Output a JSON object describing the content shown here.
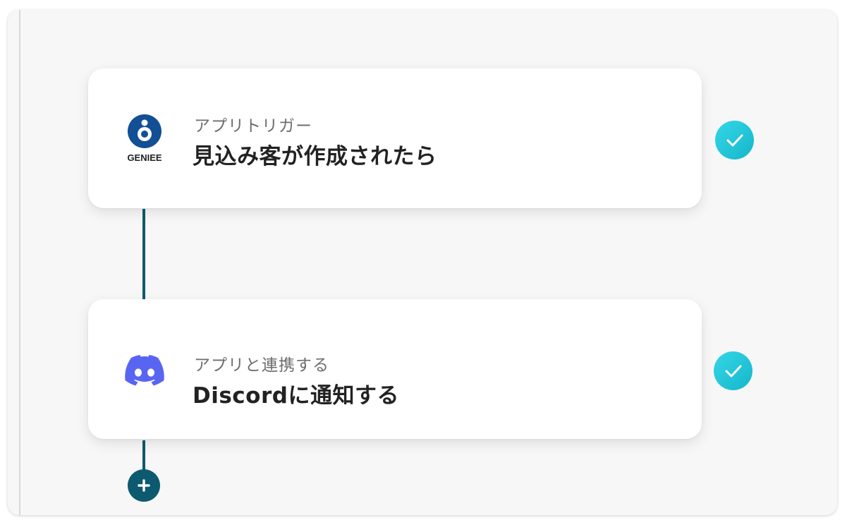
{
  "flow": {
    "steps": [
      {
        "app": "GENIEE",
        "app_icon": "geniee-logo",
        "subtitle": "アプリトリガー",
        "title": "見込み客が作成されたら",
        "status": "completed"
      },
      {
        "app": "Discord",
        "app_icon": "discord-logo",
        "subtitle": "アプリと連携する",
        "title": "Discordに通知する",
        "status": "completed"
      }
    ],
    "add_step_icon": "plus-icon"
  },
  "colors": {
    "connector": "#0d5a70",
    "check_badge": "#1ec6d8",
    "discord_brand": "#5865f2",
    "geniee_brand": "#124f94"
  }
}
